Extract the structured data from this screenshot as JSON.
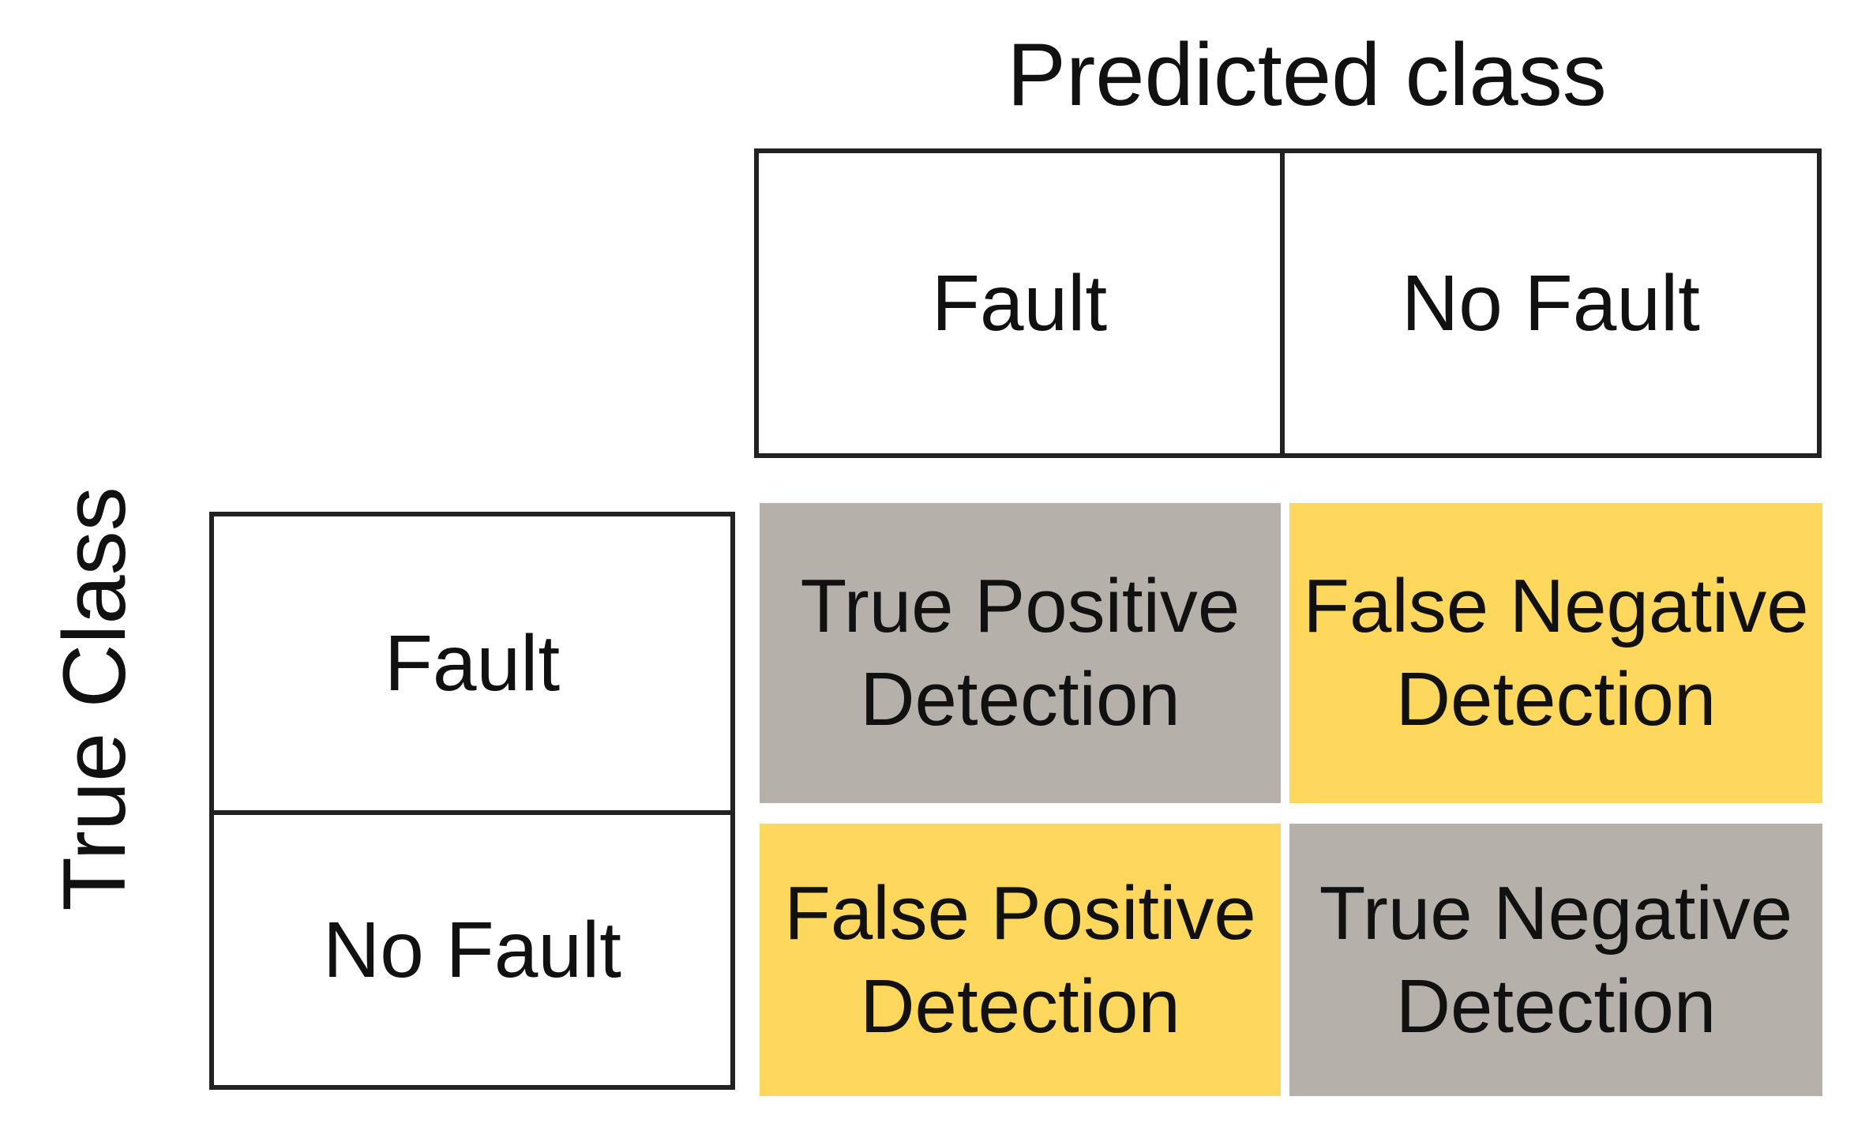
{
  "predicted_header": {
    "title": "Predicted class",
    "fault_label": "Fault",
    "no_fault_label": "No Fault"
  },
  "true_header": {
    "title": "True Class",
    "fault_label": "Fault",
    "no_fault_label": "No Fault"
  },
  "cells": {
    "tp": {
      "line1": "True Positive",
      "line2": "Detection",
      "color": "#b6b0ab"
    },
    "fn": {
      "line1": "False Negative",
      "line2": "Detection",
      "color": "#fdd85d"
    },
    "fp": {
      "line1": "False Positive",
      "line2": "Detection",
      "color": "#fdd85d"
    },
    "tn": {
      "line1": "True Negative",
      "line2": "Detection",
      "color": "#b6b0ab"
    }
  }
}
